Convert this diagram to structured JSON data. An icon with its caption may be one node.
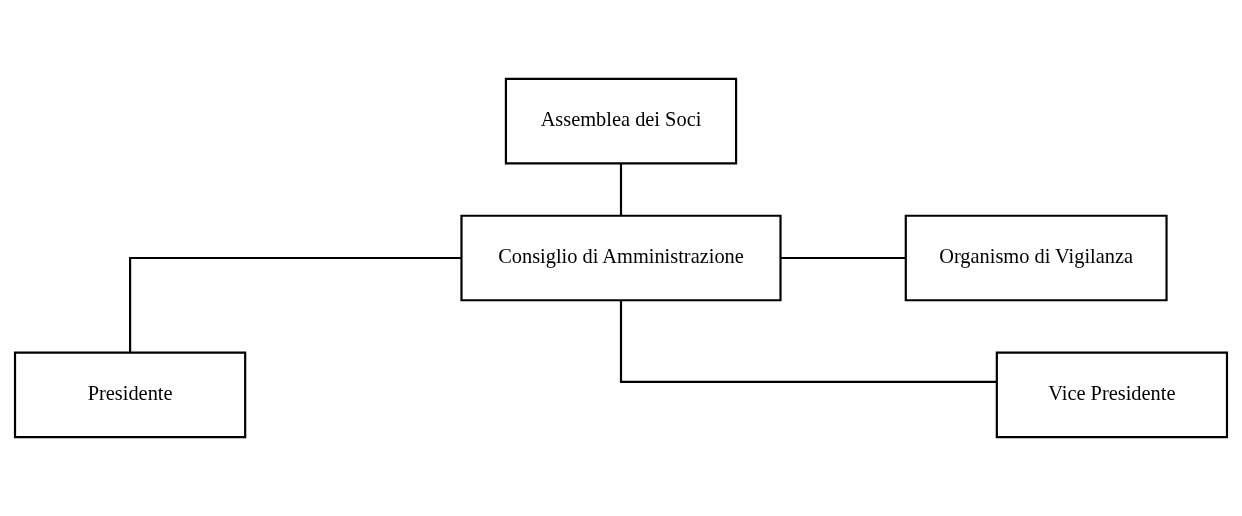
{
  "diagram": {
    "nodes": [
      {
        "text": [
          "Assemblea dei Soci"
        ]
      },
      {
        "text": [
          "Consiglio di Amministrazione"
        ]
      },
      {
        "text": [
          "Organismo di Vigilanza"
        ]
      },
      {
        "text": [
          "Presidente"
        ]
      },
      {
        "text": [
          "Vice Presidente"
        ]
      }
    ],
    "edges": [
      {
        "from": 0,
        "to": 1,
        "arrow": "none"
      },
      {
        "from": 1,
        "to": 2,
        "arrow": "none"
      },
      {
        "from": 1,
        "to": 3,
        "arrow": "none"
      },
      {
        "from": 1,
        "to": 4,
        "arrow": "none"
      }
    ]
  }
}
